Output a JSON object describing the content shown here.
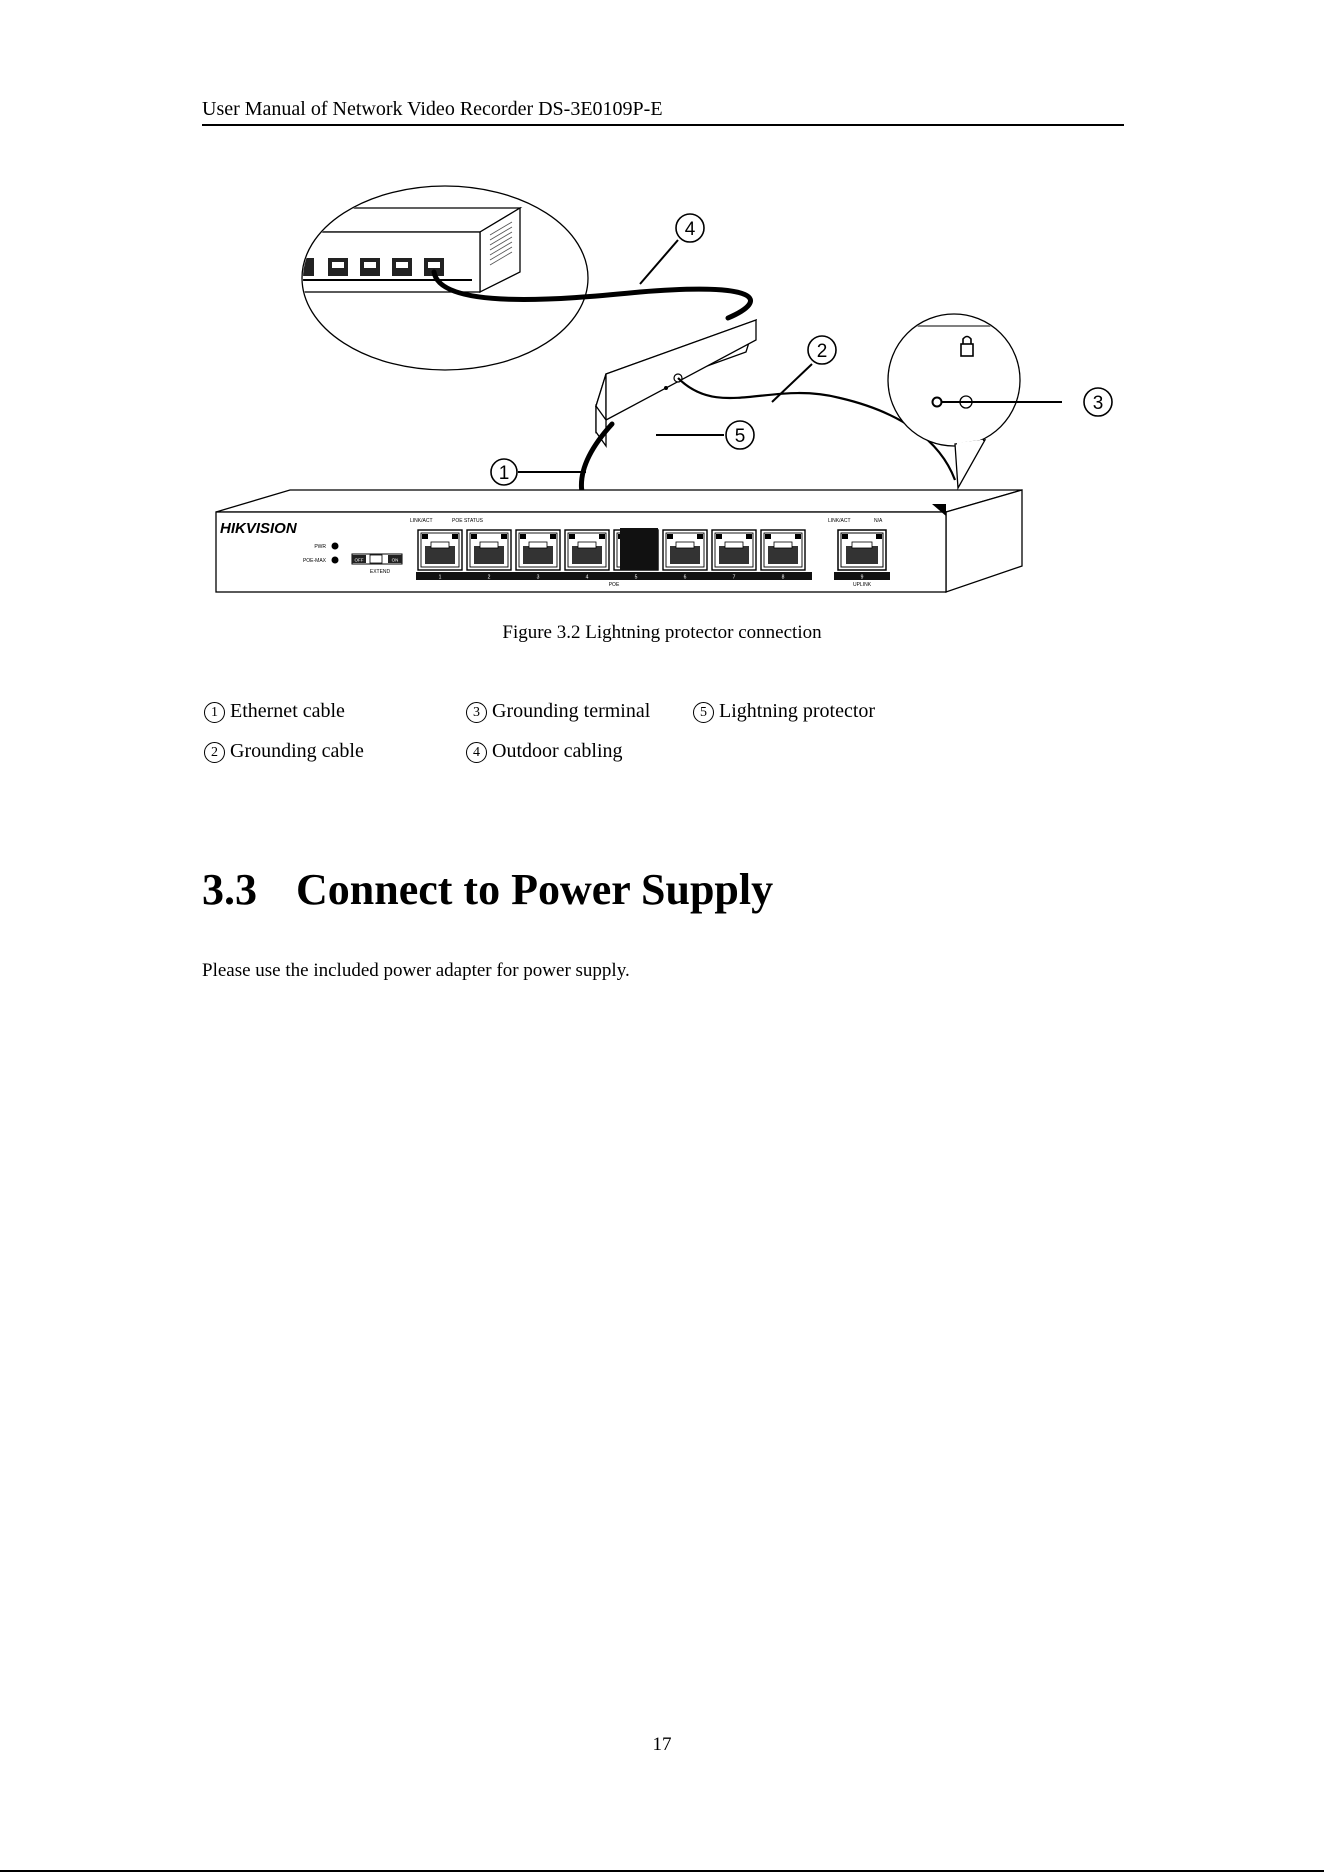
{
  "header": {
    "title": "User Manual of Network Video Recorder DS-3E0109P-E"
  },
  "figure": {
    "brand": "HIKVISION",
    "leds": [
      "PWR",
      "POE-MAX"
    ],
    "switch_labels": [
      "OFF",
      "ON"
    ],
    "extend_label": "EXTEND",
    "port_group_labels": [
      "LINK/ACT",
      "POE STATUS"
    ],
    "port_numbers": [
      "1",
      "2",
      "3",
      "4",
      "5",
      "6",
      "7",
      "8"
    ],
    "poe_label": "POE",
    "uplink_top_labels": [
      "LINK/ACT",
      "N/A"
    ],
    "uplink_number": "9",
    "uplink_label": "UPLINK",
    "callouts": [
      "1",
      "2",
      "3",
      "4",
      "5"
    ],
    "caption": "Figure 3.2 Lightning protector connection"
  },
  "legend": [
    {
      "num": "1",
      "label": "Ethernet cable"
    },
    {
      "num": "3",
      "label": "Grounding terminal"
    },
    {
      "num": "5",
      "label": "Lightning protector"
    },
    {
      "num": "2",
      "label": "Grounding cable"
    },
    {
      "num": "4",
      "label": "Outdoor cabling"
    }
  ],
  "section": {
    "number": "3.3",
    "title": "Connect to Power Supply"
  },
  "body": {
    "paragraph": "Please use the included power adapter for power supply."
  },
  "footer": {
    "page_number": "17"
  }
}
